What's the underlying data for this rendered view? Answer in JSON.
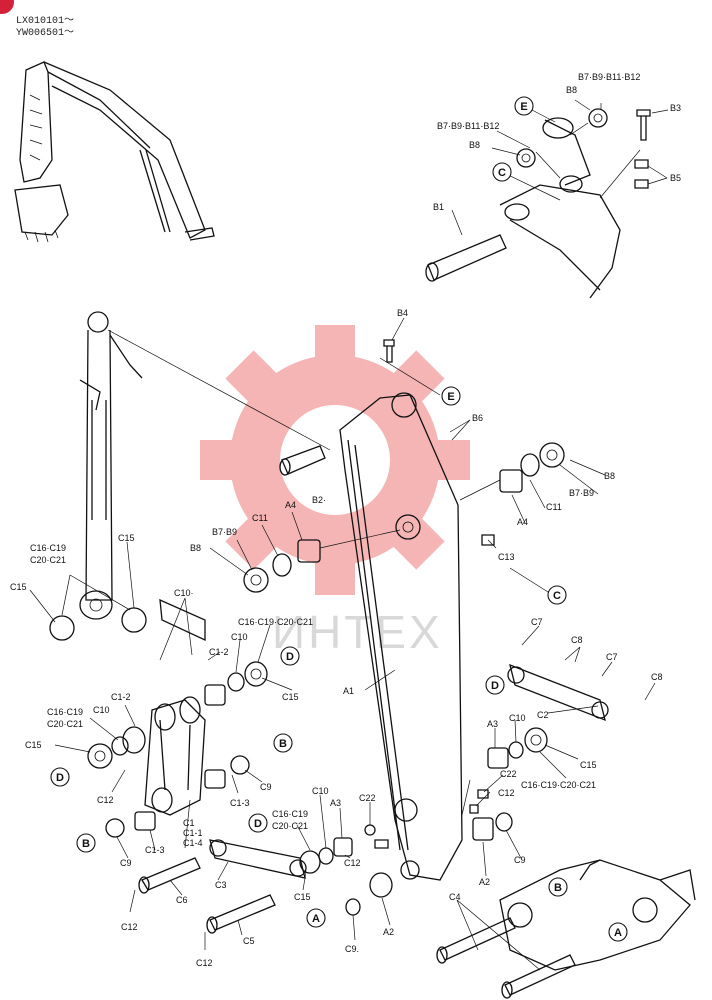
{
  "serials": [
    "LX010101〜",
    "YW006501〜"
  ],
  "watermark": "ИНТЕХ",
  "colors": {
    "watermark": "#f6b5b5",
    "badge": "#d4213a",
    "ink": "#111111"
  },
  "labels": {
    "b7b9b11b12_top": "B7·B9·B11·B12",
    "b8_top": "B8",
    "b3": "B3",
    "b7b9b11b12_left": "B7·B9·B11·B12",
    "b8_left": "B8",
    "b5": "B5",
    "b1": "B1",
    "b4": "B4",
    "b6": "B6",
    "b2": "B2·",
    "b8_right": "B8",
    "b7b9_right": "B7·B9",
    "c11_right": "C11",
    "a4_right": "A4",
    "c13": "C13",
    "b7b9_left": "B7·B9",
    "b8_mid": "B8",
    "c11_left": "C11",
    "a4_left": "A4",
    "c15_top": "C15",
    "c16_top_1": "C16·C19",
    "c16_top_2": "C20·C21",
    "c15_left": "C15",
    "c10p": "C10·",
    "c1_2_a": "C1-2",
    "c16_mid": "C16·C19·C20·C21",
    "c10_mid": "C10",
    "c15_mid": "C15",
    "a1": "A1",
    "c16_left_1": "C16·C19",
    "c16_left_2": "C20·C21",
    "c10_left": "C10",
    "c1_2_b": "C1-2",
    "c15_left2": "C15",
    "c12_left": "C12",
    "c9_left_top": "C9",
    "c1_3_a": "C1-3",
    "c1": "C1",
    "c1_1": "C1-1",
    "c1_4": "C1-4",
    "c1_3_b": "C1-3",
    "c9_left": "C9",
    "c6": "C6",
    "c12_bl": "C12",
    "c3": "C3",
    "c16_bot_1": "C16·C19",
    "c16_bot_2": "C20·C21",
    "c15_bot": "C15",
    "c5": "C5",
    "c12_bot": "C12",
    "c10_bot": "C10",
    "a3_bot": "A3",
    "c22_bot": "C22",
    "c12_mid": "C12",
    "c9_bot": "C9.",
    "a2_bot": "A2",
    "c7_a": "C7",
    "c8_a": "C8",
    "c7_b": "C7",
    "c8_b": "C8",
    "c2": "C2",
    "a3_right": "A3",
    "c10_right": "C10",
    "c15_right": "C15",
    "c16_right": "C16·C19·C20·C21",
    "c22_right": "C22",
    "c12_right": "C12",
    "c9_right": "C9",
    "a2_right": "A2",
    "c4": "C4"
  },
  "refs": {
    "e_top": "E",
    "c_top": "C",
    "e_mid": "E",
    "c_mid": "C",
    "d_mid": "D",
    "d_right": "D",
    "d_left": "D",
    "b_left": "B",
    "b_mid": "B",
    "d_bot": "D",
    "a_bot": "A",
    "b_right": "B",
    "a_right": "A"
  }
}
